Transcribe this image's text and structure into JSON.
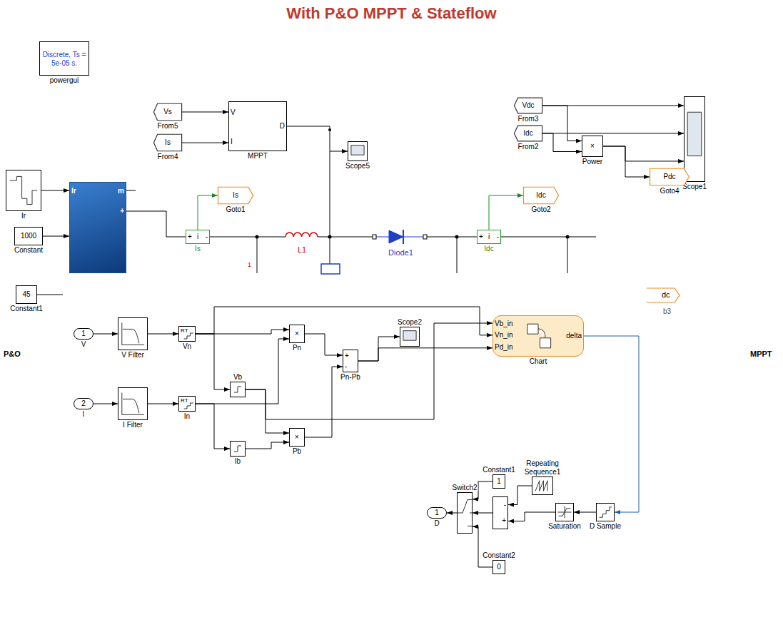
{
  "diagram": {
    "title": "With P&O MPPT & Stateflow",
    "nodes": [
      {
        "text": [
          "Discrete, Ts = 5e-05 s.",
          "powergui"
        ]
      },
      {
        "text": [
          "Vs",
          "From5"
        ]
      },
      {
        "text": [
          "V",
          "I",
          "D",
          "MPPT"
        ]
      },
      {
        "text": [
          "Is",
          "From4"
        ]
      },
      {
        "text": [
          "Scope5"
        ]
      },
      {
        "text": [
          "Vdc",
          "From3"
        ]
      },
      {
        "text": [
          "Scope1"
        ]
      },
      {
        "text": [
          "Idc",
          "From2"
        ]
      },
      {
        "text": [
          "×",
          "Power"
        ]
      },
      {
        "text": [
          "Ir"
        ]
      },
      {
        "text": [
          "Ir",
          "m",
          "+"
        ]
      },
      {
        "text": [
          "Pdc",
          "Goto4"
        ]
      },
      {
        "text": [
          "Is",
          "Goto1"
        ]
      },
      {
        "text": [
          "Idc",
          "Goto2"
        ]
      },
      {
        "text": [
          "1000",
          "Constant"
        ]
      },
      {
        "text": [
          "+",
          "i",
          "-",
          "Is"
        ]
      },
      {
        "text": [
          "+",
          "i",
          "-",
          "Idc"
        ]
      },
      {
        "text": [
          "45",
          "Constant1"
        ]
      },
      {
        "text": [
          "1",
          "V"
        ]
      },
      {
        "text": [
          "V Filter"
        ]
      },
      {
        "text": [
          "RT",
          "Vn"
        ]
      },
      {
        "text": [
          "×",
          "Pn"
        ]
      },
      {
        "text": [
          "Scope2"
        ]
      },
      {
        "text": [
          "+",
          "-",
          "Pn-Pb"
        ]
      },
      {
        "text": [
          "Vb_in",
          "Vn_in",
          "Pd_in",
          "delta",
          "Chart"
        ]
      },
      {
        "text": [
          "Vb"
        ]
      },
      {
        "text": [
          "2",
          "I"
        ]
      },
      {
        "text": [
          "I Filter"
        ]
      },
      {
        "text": [
          "RT",
          "In"
        ]
      },
      {
        "text": [
          "×",
          "Pb"
        ]
      },
      {
        "text": [
          "Ib"
        ]
      },
      {
        "text": [
          "Constant1",
          "1"
        ]
      },
      {
        "text": [
          "Repeating Sequence1"
        ]
      },
      {
        "text": [
          "Switch2"
        ]
      },
      {
        "text": [
          "-",
          "+"
        ]
      },
      {
        "text": [
          "1",
          "D"
        ]
      },
      {
        "text": [
          "Saturation"
        ]
      },
      {
        "text": [
          "D Sample"
        ]
      },
      {
        "text": [
          "Constant2",
          "0"
        ]
      }
    ],
    "edges": [
      {
        "from": 9,
        "to": 10,
        "arrow": "to"
      },
      {
        "from": 14,
        "to": 10,
        "arrow": "to"
      },
      {
        "from": 1,
        "to": 2,
        "arrow": "to"
      },
      {
        "from": 3,
        "to": 2,
        "arrow": "to"
      },
      {
        "from": 2,
        "to": 4,
        "arrow": "to"
      },
      {
        "from": 15,
        "to": 12,
        "arrow": "to"
      },
      {
        "from": 16,
        "to": 13,
        "arrow": "to"
      },
      {
        "from": 5,
        "to": 6,
        "arrow": "to"
      },
      {
        "from": 5,
        "to": 8,
        "arrow": "to"
      },
      {
        "from": 7,
        "to": 6,
        "arrow": "to"
      },
      {
        "from": 7,
        "to": 8,
        "arrow": "to"
      },
      {
        "from": 8,
        "to": 6,
        "arrow": "to"
      },
      {
        "from": 8,
        "to": 11,
        "arrow": "to"
      },
      {
        "from": 18,
        "to": 19,
        "arrow": "to"
      },
      {
        "from": 19,
        "to": 20,
        "arrow": "to"
      },
      {
        "from": 20,
        "to": 21,
        "arrow": "to"
      },
      {
        "from": 20,
        "to": 25,
        "arrow": "to"
      },
      {
        "from": 20,
        "to": 24,
        "arrow": "to"
      },
      {
        "from": 25,
        "to": 29,
        "arrow": "to"
      },
      {
        "from": 25,
        "to": 24,
        "arrow": "to"
      },
      {
        "from": 26,
        "to": 27,
        "arrow": "to"
      },
      {
        "from": 27,
        "to": 28,
        "arrow": "to"
      },
      {
        "from": 28,
        "to": 21,
        "arrow": "to"
      },
      {
        "from": 28,
        "to": 30,
        "arrow": "to"
      },
      {
        "from": 30,
        "to": 29,
        "arrow": "to"
      },
      {
        "from": 21,
        "to": 23,
        "arrow": "to"
      },
      {
        "from": 29,
        "to": 23,
        "arrow": "to"
      },
      {
        "from": 23,
        "to": 22,
        "arrow": "to"
      },
      {
        "from": 23,
        "to": 24,
        "arrow": "to"
      },
      {
        "from": 24,
        "to": 37,
        "arrow": "to"
      },
      {
        "from": 37,
        "to": 36,
        "arrow": "to"
      },
      {
        "from": 36,
        "to": 34,
        "arrow": "to"
      },
      {
        "from": 32,
        "to": 34,
        "arrow": "to"
      },
      {
        "from": 34,
        "to": 33,
        "arrow": "to"
      },
      {
        "from": 31,
        "to": 33,
        "arrow": "to"
      },
      {
        "from": 38,
        "to": 33,
        "arrow": "to"
      },
      {
        "from": 33,
        "to": 35,
        "arrow": "to"
      }
    ],
    "labels": [
      "L1",
      "Diode1",
      "1",
      "dc",
      "b3",
      "P&O",
      "MPPT"
    ]
  }
}
